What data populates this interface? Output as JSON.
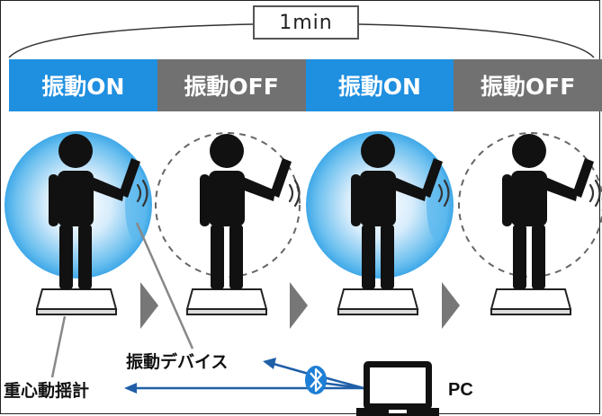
{
  "duration_label": "1min",
  "phases": [
    {
      "label": "振動ON",
      "state": "on"
    },
    {
      "label": "振動OFF",
      "state": "off"
    },
    {
      "label": "振動ON",
      "state": "on"
    },
    {
      "label": "振動OFF",
      "state": "off"
    }
  ],
  "labels": {
    "vibration_device": "振動デバイス",
    "scale": "重心動揺計",
    "pc": "PC"
  },
  "icons": {
    "connection": "bluetooth-icon",
    "computer": "laptop-icon",
    "figure": "person-icon",
    "step": "chevron-right-icon"
  },
  "colors": {
    "on": "#1f8fe0",
    "off": "#717171",
    "arrow": "#1f5fa8",
    "figure": "#111111"
  }
}
